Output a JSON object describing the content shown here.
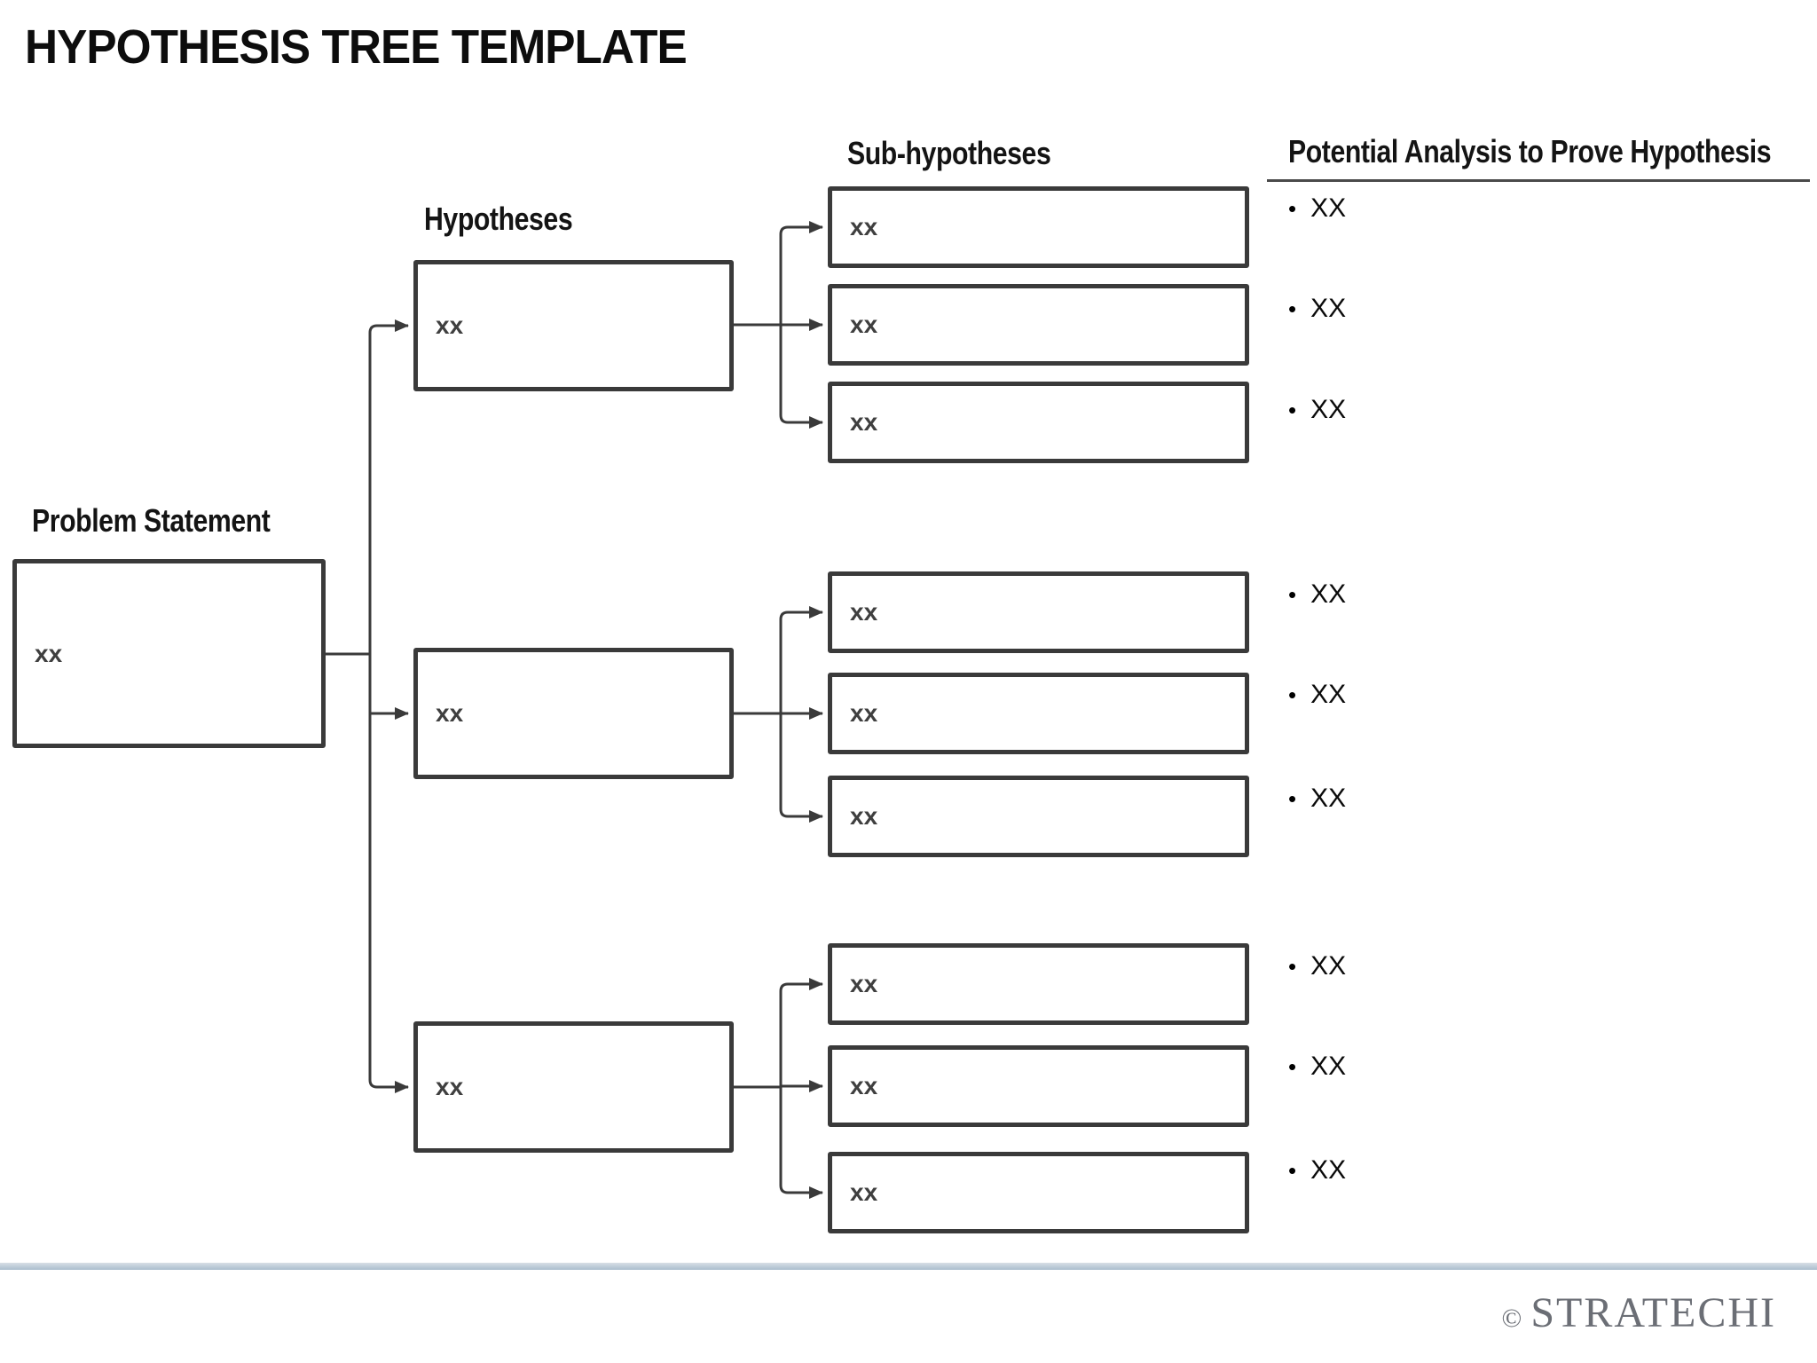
{
  "title": "HYPOTHESIS TREE TEMPLATE",
  "headers": {
    "problem": "Problem Statement",
    "hypotheses": "Hypotheses",
    "sub_hypotheses": "Sub-hypotheses",
    "analysis": "Potential Analysis to Prove Hypothesis"
  },
  "problem_box": {
    "label": "xx"
  },
  "groups": [
    {
      "hypothesis": {
        "label": "xx"
      },
      "sub_hypotheses": [
        {
          "label": "xx"
        },
        {
          "label": "xx"
        },
        {
          "label": "xx"
        }
      ],
      "analysis_bullets": [
        {
          "label": "XX"
        },
        {
          "label": "XX"
        },
        {
          "label": "XX"
        }
      ]
    },
    {
      "hypothesis": {
        "label": "xx"
      },
      "sub_hypotheses": [
        {
          "label": "xx"
        },
        {
          "label": "xx"
        },
        {
          "label": "xx"
        }
      ],
      "analysis_bullets": [
        {
          "label": "XX"
        },
        {
          "label": "XX"
        },
        {
          "label": "XX"
        }
      ]
    },
    {
      "hypothesis": {
        "label": "xx"
      },
      "sub_hypotheses": [
        {
          "label": "xx"
        },
        {
          "label": "xx"
        },
        {
          "label": "xx"
        }
      ],
      "analysis_bullets": [
        {
          "label": "XX"
        },
        {
          "label": "XX"
        },
        {
          "label": "XX"
        }
      ]
    }
  ],
  "footer": {
    "copyright": "©",
    "brand": "STRATECHI"
  },
  "colors": {
    "line": "#3a3a3a",
    "box_text": "#3f3f3f",
    "heading_text": "#141414",
    "bullet_text": "#0a0a0a",
    "footer_bar_top": "#d8dfe5",
    "footer_bar_bottom": "#a9bdcd",
    "brand_text": "#6b6e75"
  }
}
